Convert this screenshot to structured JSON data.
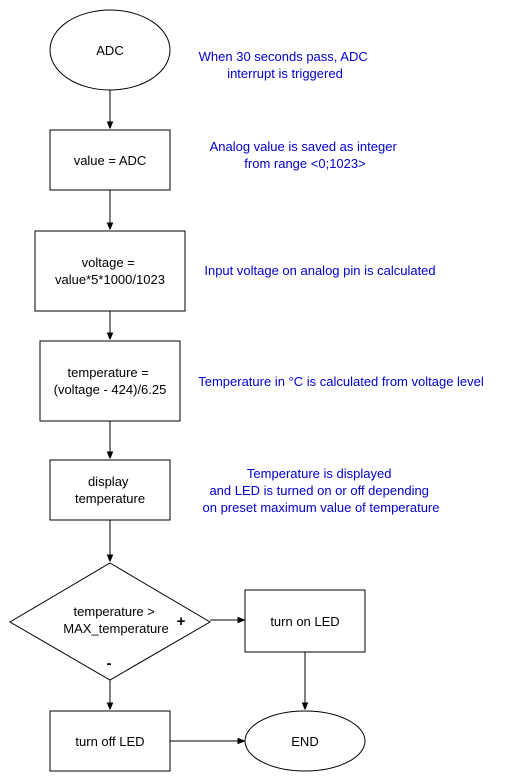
{
  "nodes": {
    "start": {
      "lines": [
        "ADC"
      ]
    },
    "read_value": {
      "lines": [
        "value = ADC"
      ]
    },
    "calc_voltage": {
      "lines": [
        "voltage =",
        "value*5*1000/1023"
      ]
    },
    "calc_temperature": {
      "lines": [
        "temperature =",
        "(voltage - 424)/6.25"
      ]
    },
    "display_temperature": {
      "lines": [
        "display",
        "temperature"
      ]
    },
    "decision": {
      "lines": [
        "temperature >",
        "MAX_temperature"
      ]
    },
    "led_on": {
      "lines": [
        "turn on LED"
      ]
    },
    "led_off": {
      "lines": [
        "turn off LED"
      ]
    },
    "end": {
      "lines": [
        "END"
      ]
    }
  },
  "branches": {
    "yes_label": "+",
    "no_label": "-"
  },
  "notes": {
    "start": [
      "When 30 seconds pass, ADC",
      "interrupt is triggered"
    ],
    "read_value": [
      "Analog value is saved as integer",
      "from range <0;1023>"
    ],
    "calc_voltage": [
      "Input voltage on analog pin is calculated"
    ],
    "calc_temperature": [
      "Temperature in °C is calculated from voltage level"
    ],
    "display_temperature": [
      "Temperature is displayed",
      "and LED is turned on or off depending",
      "on preset maximum value of temperature"
    ]
  },
  "colors": {
    "note_text": "#0000cc",
    "stroke": "#000000",
    "fill": "#ffffff"
  }
}
